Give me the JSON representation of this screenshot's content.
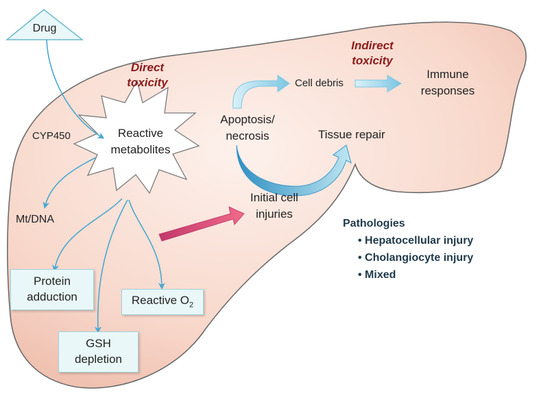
{
  "drug": "Drug",
  "cyp": "CYP450",
  "reactive_metabolites": [
    "Reactive",
    "metabolites"
  ],
  "direct_toxicity": [
    "Direct",
    "toxicity"
  ],
  "indirect_toxicity": [
    "Indirect",
    "toxicity"
  ],
  "mt_dna": "Mt/DNA",
  "protein_adduction": [
    "Protein",
    "adduction"
  ],
  "gsh_depletion": [
    "GSH",
    "depletion"
  ],
  "reactive_o2": "Reactive O",
  "reactive_o2_sub": "2",
  "apoptosis": [
    "Apoptosis/",
    "necrosis"
  ],
  "cell_debris": "Cell debris",
  "immune_responses": [
    "Immune",
    "responses"
  ],
  "tissue_repair": "Tissue repair",
  "initial_injuries": [
    "Initial cell",
    "injuries"
  ],
  "pathologies": {
    "title": "Pathologies",
    "items": [
      "Hepatocellular injury",
      "Cholangiocyte injury",
      "Mixed"
    ]
  },
  "colors": {
    "liver_fill": "#f9d9cc",
    "liver_stroke": "#6b6b6b",
    "arrow_blue": "#4aa8d0",
    "pink_arrow": "#e8577a",
    "red_text": "#8b1a1a"
  }
}
